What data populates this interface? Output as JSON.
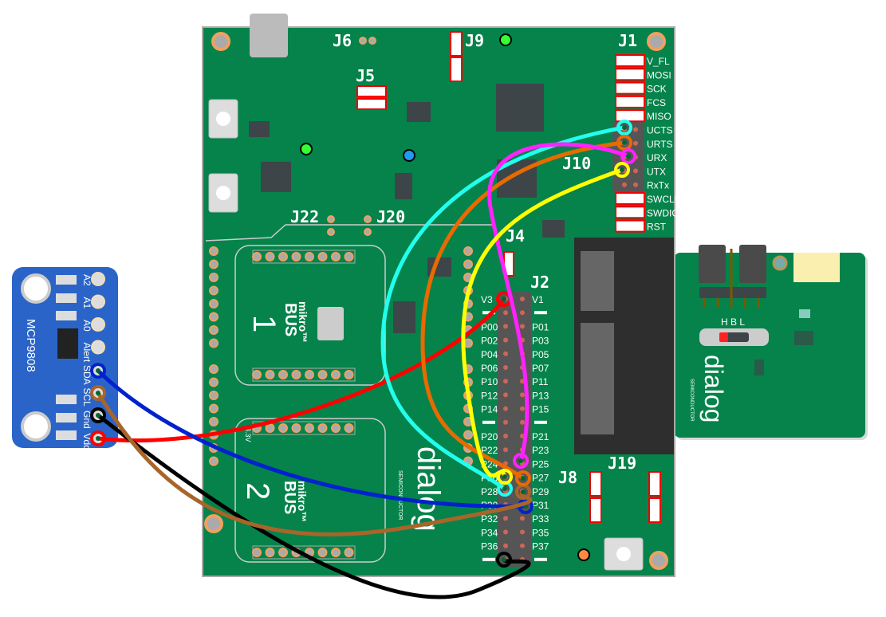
{
  "board": {
    "connectors": {
      "j1": "J1",
      "j2": "J2",
      "j4": "J4",
      "j5": "J5",
      "j6": "J6",
      "j8": "J8",
      "j9": "J9",
      "j10": "J10",
      "j19": "J19",
      "j20": "J20",
      "j22": "J22"
    },
    "j1_pins": [
      "V_FL",
      "MOSI",
      "SCK",
      "FCS",
      "MISO",
      "UCTS",
      "URTS",
      "URX",
      "UTX",
      "RxTx",
      "SWCLK",
      "SWDIO",
      "RST"
    ],
    "j2_left": [
      "V3",
      "",
      "P00",
      "P02",
      "P04",
      "P06",
      "P10",
      "P12",
      "P14",
      "",
      "P20",
      "P22",
      "P24",
      "P26",
      "P28",
      "P30",
      "P32",
      "P34",
      "P36",
      ""
    ],
    "j2_right": [
      "V1",
      "",
      "P01",
      "P03",
      "P05",
      "P07",
      "P11",
      "P13",
      "P15",
      "",
      "P21",
      "P23",
      "P25",
      "P27",
      "P29",
      "P31",
      "P33",
      "P35",
      "P37",
      ""
    ],
    "mikrobus1": {
      "number": "1",
      "brand_top": "mikro™",
      "brand_bottom": "BUS"
    },
    "mikrobus2": {
      "number": "2",
      "brand_top": "mikro™",
      "brand_bottom": "BUS",
      "voltage": "3.3V"
    },
    "logo": {
      "name": "dialog",
      "sub": "SEMICONDUCTOR"
    }
  },
  "daughterboard": {
    "switch_labels": "H B L",
    "logo": "dialog",
    "logo_sub": "SEMICONDUCTOR"
  },
  "sensor": {
    "name": "MCP9808",
    "pins": [
      "A2",
      "A1",
      "A0",
      "Alert",
      "SDA",
      "SCL",
      "Gnd",
      "Vdd"
    ]
  },
  "wires": [
    {
      "from": "Vdd",
      "to": "V3",
      "color": "#ff0000"
    },
    {
      "from": "Gnd",
      "to": "GND",
      "color": "#000000"
    },
    {
      "from": "SDA",
      "to": "P31",
      "color": "#0022cc"
    },
    {
      "from": "SCL",
      "to": "P29",
      "color": "#a8652a"
    },
    {
      "from": "UCTS",
      "to": "P28",
      "color": "#22ffee"
    },
    {
      "from": "URTS",
      "to": "P27",
      "color": "#e86a00"
    },
    {
      "from": "URX",
      "to": "P25",
      "color": "#ff22ff"
    },
    {
      "from": "UTX",
      "to": "P26",
      "color": "#ffff00"
    }
  ]
}
